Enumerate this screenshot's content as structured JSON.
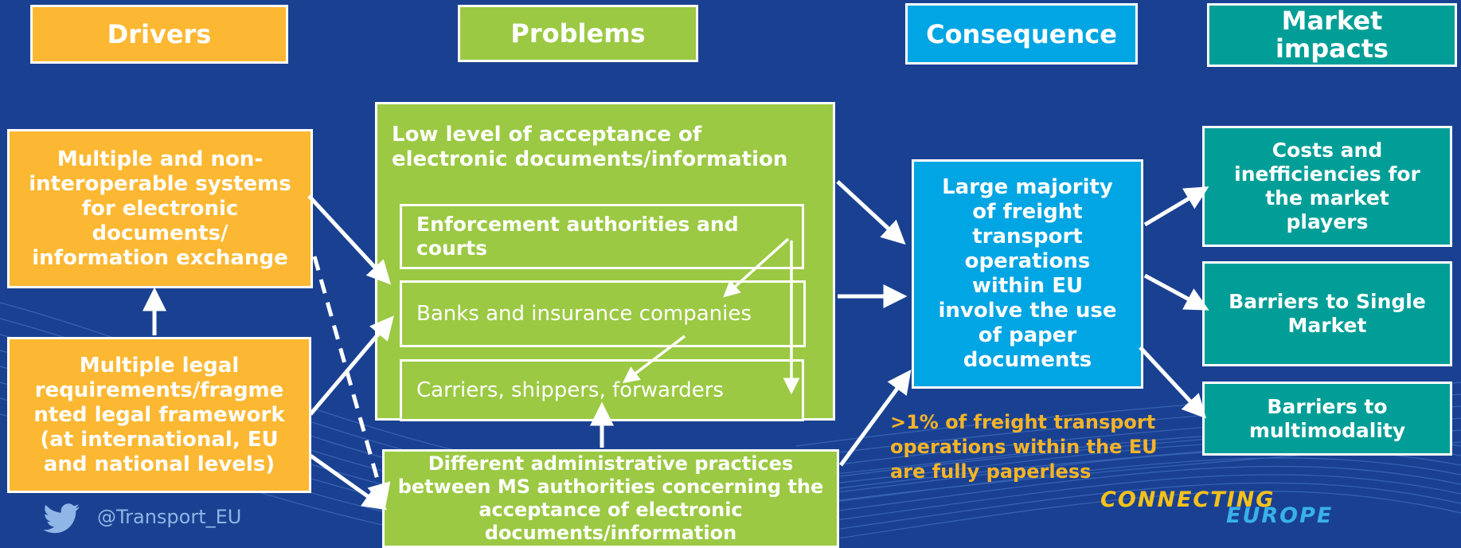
{
  "headers": {
    "drivers": "Drivers",
    "problems": "Problems",
    "consequence": "Consequence",
    "market_impacts": "Market\nimpacts"
  },
  "drivers": {
    "d1": "Multiple and non-\ninteroperable systems\nfor electronic\ndocuments/\ninformation exchange",
    "d2": "Multiple legal\nrequirements/fragme\nnted legal framework\n(at international, EU\nand national levels)"
  },
  "problems": {
    "title": "Low level of acceptance of\nelectronic documents/information",
    "enforcement": "Enforcement authorities and\ncourts",
    "banks": "Banks and insurance companies",
    "carriers": "Carriers, shippers, forwarders",
    "admin": "Different administrative practices\nbetween MS authorities concerning the\nacceptance of electronic\ndocuments/information"
  },
  "consequence": {
    "text": "Large majority\nof freight\ntransport\noperations\nwithin EU\ninvolve the use\nof paper\ndocuments",
    "note": ">1% of freight transport\noperations within the EU\nare fully paperless"
  },
  "market": {
    "m1": "Costs and\ninefficiencies for\nthe market\nplayers",
    "m2": "Barriers to Single\nMarket",
    "m3": "Barriers to\nmultimodality"
  },
  "footer": {
    "handle": "@Transport_EU",
    "logo_line1": "CONNECTING",
    "logo_line2": "EUROPE"
  },
  "colors": {
    "background": "#1a4191",
    "drivers": "#fcb833",
    "problems": "#9bc943",
    "consequence": "#00a5e3",
    "market": "#009e97",
    "note": "#f5b428"
  },
  "icons": {
    "twitter": "twitter-bird-icon"
  }
}
